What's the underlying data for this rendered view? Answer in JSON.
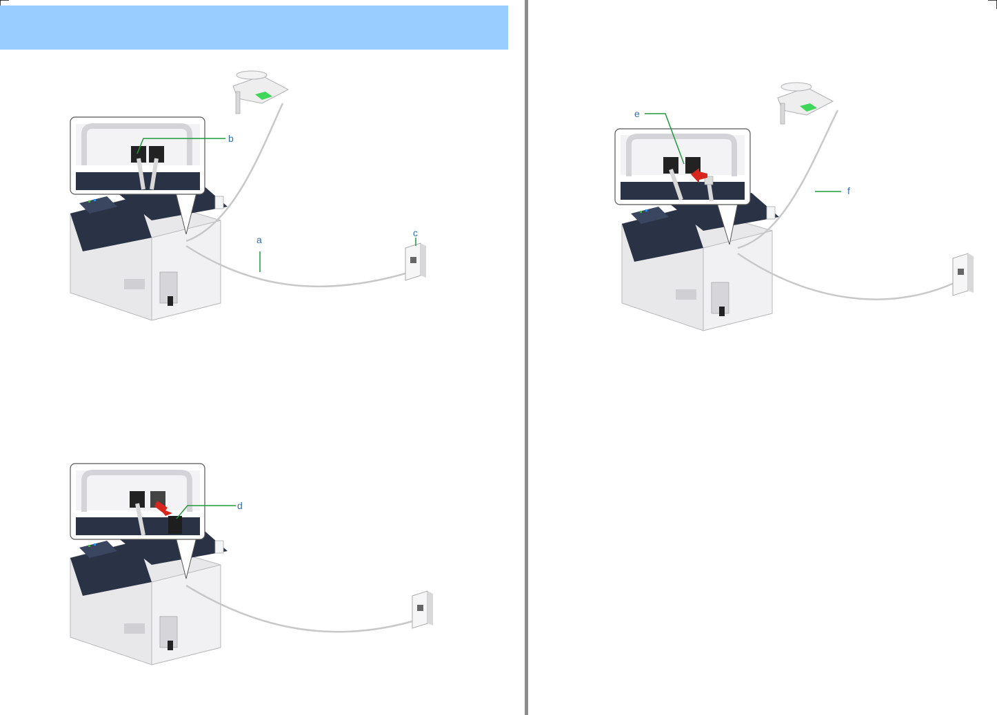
{
  "colors": {
    "header_banner": "#99ccff",
    "divider": "#8c8c8c",
    "callout_line": "#1f9a3a",
    "callout_text": "#2f6fb0",
    "highlight_arrow": "#d9261c",
    "phone_display": "#3fd65a",
    "printer_dark": "#2a3245",
    "printer_light": "#e8e8ea",
    "cable": "#c8c8c8"
  },
  "header": {
    "text": ""
  },
  "figures": [
    {
      "id": "fig-connect-line-and-phone",
      "callouts": {
        "a": "a",
        "b": "b",
        "c": "c"
      }
    },
    {
      "id": "fig-remove-tel-cap",
      "callouts": {
        "d": "d"
      }
    },
    {
      "id": "fig-connect-telephone",
      "callouts": {
        "e": "e",
        "f": "f"
      }
    }
  ]
}
